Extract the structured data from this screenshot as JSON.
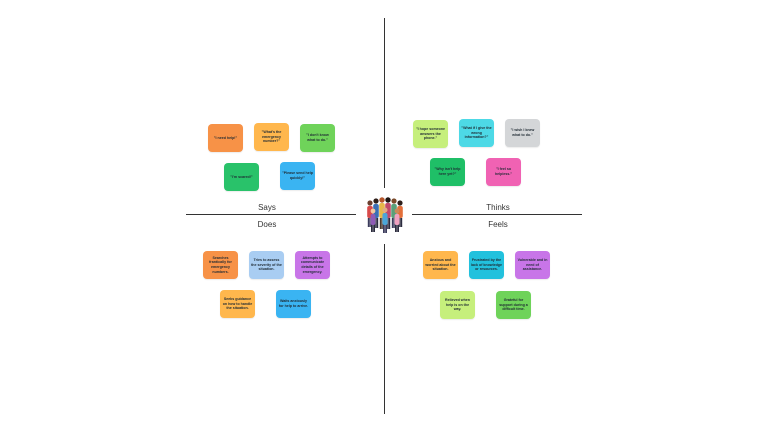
{
  "map": {
    "labels": {
      "says": "Says",
      "thinks": "Thinks",
      "does": "Does",
      "feels": "Feels"
    }
  },
  "notes": {
    "says": [
      {
        "text": "\"I need help!\"",
        "color": "#f79247"
      },
      {
        "text": "\"What's the emergency number?\"",
        "color": "#ffb74d"
      },
      {
        "text": "\"I don't know what to do.\"",
        "color": "#6fd35a"
      },
      {
        "text": "\"I'm scared!\"",
        "color": "#29c26a"
      },
      {
        "text": "\"Please send help quickly!\"",
        "color": "#3ab4f2"
      }
    ],
    "thinks": [
      {
        "text": "\"I hope someone answers the phone.\"",
        "color": "#c6ef7c"
      },
      {
        "text": "\"What if I give the wrong information?\"",
        "color": "#4dd9e6"
      },
      {
        "text": "\"I wish I knew what to do.\"",
        "color": "#d4d6d8"
      },
      {
        "text": "\"Why isn't help here yet?\"",
        "color": "#1fbf67"
      },
      {
        "text": "\"I feel so helpless.\"",
        "color": "#f062b3"
      }
    ],
    "does": [
      {
        "text": "Searches frantically for emergency numbers.",
        "color": "#f79247"
      },
      {
        "text": "Tries to assess the severity of the situation.",
        "color": "#a9cdf2"
      },
      {
        "text": "Attempts to communicate details of the emergency.",
        "color": "#c875e8"
      },
      {
        "text": "Seeks guidance on how to handle the situation.",
        "color": "#ffb74d"
      },
      {
        "text": "Waits anxiously for help to arrive.",
        "color": "#3ab4f2"
      }
    ],
    "feels": [
      {
        "text": "Anxious and worried about the situation.",
        "color": "#ffb74d"
      },
      {
        "text": "Frustrated by the lack of knowledge or resources.",
        "color": "#22c1dd"
      },
      {
        "text": "Vulnerable and in need of assistance.",
        "color": "#c875e8"
      },
      {
        "text": "Relieved when help is on the way.",
        "color": "#c6ef7c"
      },
      {
        "text": "Grateful for support during a difficult time.",
        "color": "#6fd35a"
      }
    ]
  },
  "icons": {
    "center": "people-group-icon"
  }
}
